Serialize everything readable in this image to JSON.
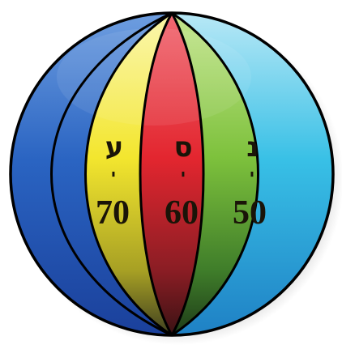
{
  "segments": [
    {
      "letter": "ע",
      "dash": "-",
      "number": "70",
      "color": "#f2e630"
    },
    {
      "letter": "ס",
      "dash": "-",
      "number": "60",
      "color": "#e8313a"
    },
    {
      "letter": "נ",
      "dash": "-",
      "number": "50",
      "color": "#8bc63f"
    }
  ],
  "colors": {
    "left_band": "#2f6bc4",
    "right_band": "#35b8e0",
    "outline": "#000000"
  }
}
